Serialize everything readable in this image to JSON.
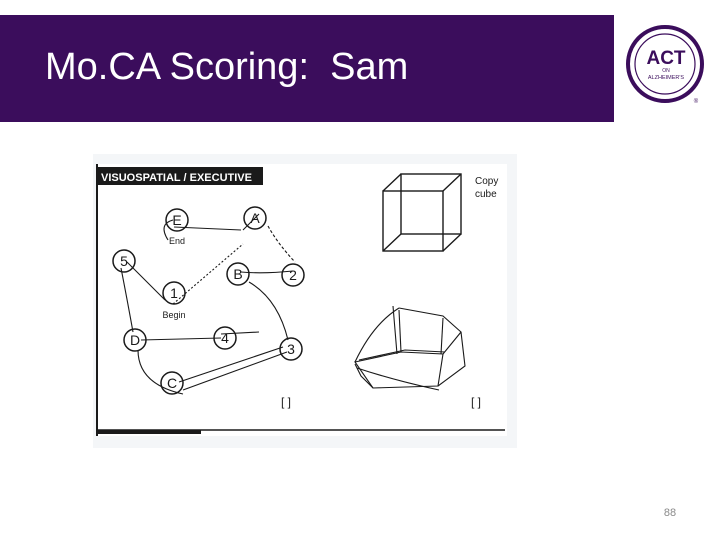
{
  "slide": {
    "title": "Mo.CA Scoring:  Sam",
    "page_number": "88"
  },
  "logo": {
    "main_text": "ACT",
    "small_text": "ON",
    "sub_text": "ALZHEIMER'S",
    "mark": "®"
  },
  "moca": {
    "section_label": "VISUOSPATIAL / EXECUTIVE",
    "copy_cube_label": [
      "Copy",
      "cube"
    ],
    "nodes": {
      "e": "E",
      "end": "End",
      "a": "A",
      "five": "5",
      "b": "B",
      "two": "2",
      "one": "1",
      "begin": "Begin",
      "d": "D",
      "four": "4",
      "three": "3",
      "c": "C"
    },
    "score_marks": [
      "[ ]",
      "[ ]"
    ]
  },
  "colors": {
    "header_background": "#3b0d5c",
    "title_text": "#ffffff",
    "logo_ring": "#3b0d5c",
    "figure_ink": "#1a1a1a"
  }
}
